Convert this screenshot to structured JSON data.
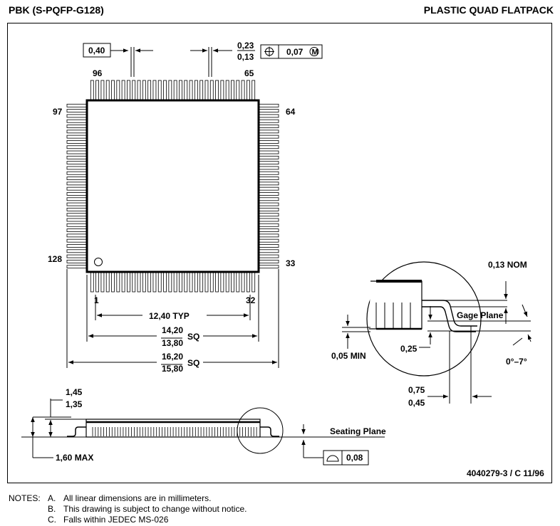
{
  "header": {
    "package_code": "PBK (S-PQFP-G128)",
    "package_type": "PLASTIC QUAD FLATPACK"
  },
  "top_view": {
    "pitch": "0,40",
    "lead_width_max": "0,23",
    "lead_width_min": "0,13",
    "position_tolerance": "0,07",
    "mmc_symbol": "M",
    "pin_96": "96",
    "pin_65": "65",
    "pin_97": "97",
    "pin_64": "64",
    "pin_128": "128",
    "pin_33": "33",
    "pin_1": "1",
    "pin_32": "32",
    "typ_dim": "12,40 TYP",
    "body_max": "14,20",
    "body_min": "13,80",
    "body_sq": "SQ",
    "span_max": "16,20",
    "span_min": "15,80",
    "span_sq": "SQ"
  },
  "detail_view": {
    "lead_thickness": "0,13 NOM",
    "gage_plane": "Gage Plane",
    "standoff": "0,05 MIN",
    "gage_height": "0,25",
    "angle": "0°–7°",
    "foot_max": "0,75",
    "foot_min": "0,45"
  },
  "side_view": {
    "body_thk_max": "1,45",
    "body_thk_min": "1,35",
    "total_height": "1,60 MAX",
    "seating_plane": "Seating Plane",
    "coplanarity": "0,08"
  },
  "drawing_number": "4040279-3 / C 11/96",
  "notes": {
    "heading": "NOTES:",
    "items": [
      {
        "letter": "A.",
        "text": "All linear dimensions are in millimeters."
      },
      {
        "letter": "B.",
        "text": "This drawing is subject to change without notice."
      },
      {
        "letter": "C.",
        "text": "Falls within JEDEC MS-026"
      }
    ]
  }
}
